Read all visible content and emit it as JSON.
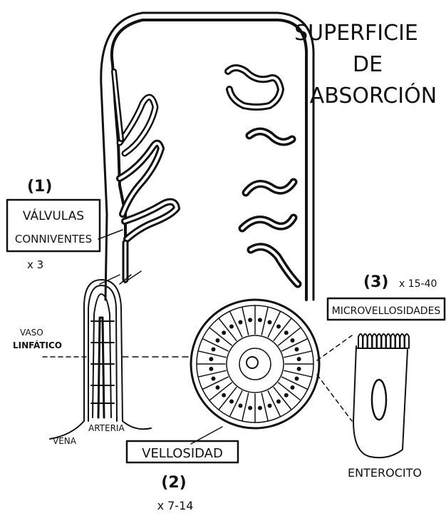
{
  "title_lines": [
    "SUPERFICIE",
    "DE",
    "ABSORCIÓN"
  ],
  "valvulas": {
    "number": "(1)",
    "label_line1": "VÁLVULAS",
    "label_line2": "CONNIVENTES",
    "magnification": "x 3"
  },
  "vellosidad": {
    "number": "(2)",
    "label": "VELLOSIDAD",
    "magnification": "x 7-14",
    "vaso_line1": "VASO",
    "vaso_line2": "LINFÁTICO",
    "vena": "VENA",
    "arteria": "ARTERIA"
  },
  "microvellosidades": {
    "number": "(3)",
    "magnification": "x 15-40",
    "label": "MICROVELLOSIDADES"
  },
  "enterocito": "ENTEROCITO"
}
